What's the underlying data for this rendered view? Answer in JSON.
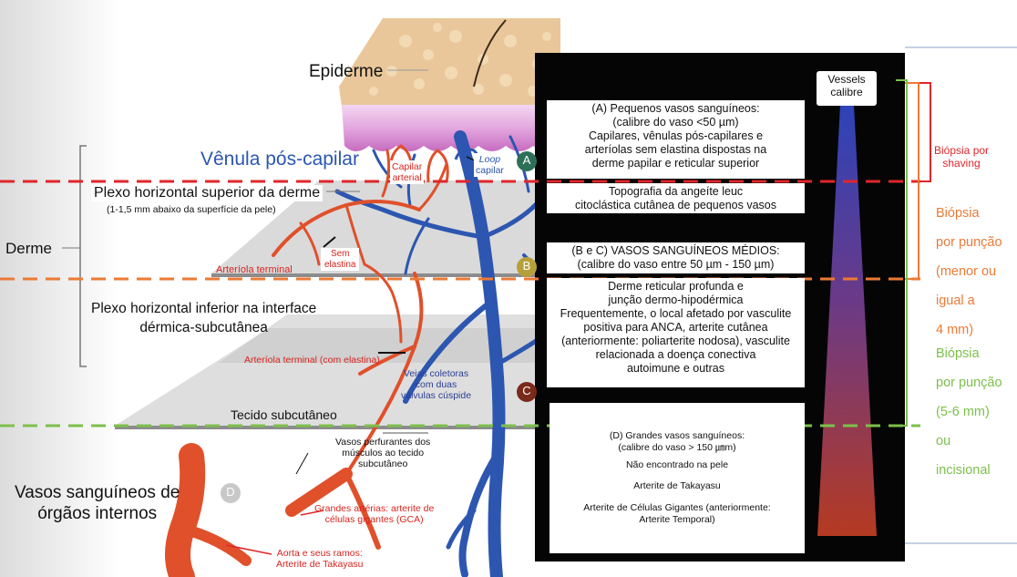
{
  "colors": {
    "shaving": "#e0262a",
    "punch_small": "#ec7a35",
    "punch_large": "#7cc04b",
    "venule_blue": "#2c56b0",
    "artery_red": "#e0502b",
    "panel_black": "#050505"
  },
  "labels": {
    "epiderme": "Epiderme",
    "venula": "Vênula pós-capilar",
    "capilar_arterial": [
      "Capilar",
      "arterial"
    ],
    "loop": "Loop",
    "capilar": "capilar",
    "plexo_superior": "Plexo horizontal superior da derme",
    "plexo_superior_sub": "(1-1,5 mm abaixo da superfície da pele)",
    "derme": "Derme",
    "sem_elastina": [
      "Sem",
      "elastina"
    ],
    "arteriola_terminal": "Arteríola terminal",
    "plexo_inferior": [
      "Plexo horizontal inferior na interface",
      "dérmica-subcutânea"
    ],
    "arteriola_terminal_elastina": "Arteríola terminal (com elastina)",
    "veias_coletoras": [
      "Veias coletoras",
      "com duas",
      "válvulas cúspide"
    ],
    "tecido_subcutaneo": "Tecido subcutâneo",
    "vasos_perfurantes": [
      "Vasos perfurantes dos",
      "músculos ao tecido",
      "subcutâneo"
    ],
    "vasos_orgaos": [
      "Vasos sanguíneos de",
      "órgãos internos"
    ],
    "grandes_arterias": [
      "Grandes artérias: arterite de",
      "células gigantes (GCA)"
    ],
    "aorta": [
      "Aorta e seus ramos:",
      "Arterite de Takayasu"
    ],
    "marker_a": "A",
    "marker_b": "B",
    "marker_c": "C",
    "marker_d": "D"
  },
  "panel": {
    "vessels_calibre": [
      "Vessels",
      "calibre"
    ],
    "box_a": [
      "(A) Pequenos vasos sanguíneos:",
      "(calibre do vaso <50 µm)",
      "Capilares, vênulas pós-capilares e",
      "arteríolas sem elastina dispostas na",
      "derme papilar e reticular superior"
    ],
    "box_a2": [
      "Topografia da angeíte leuc",
      "citoclástica cutânea de pequenos vasos"
    ],
    "box_bc": [
      "(B e C) VASOS SANGUÍNEOS MÉDIOS:",
      "(calibre do vaso entre 50 µm - 150 µm)"
    ],
    "box_bc2": [
      "Derme reticular profunda e",
      "junção dermo-hipodérmica",
      "Frequentemente, o local afetado por vasculite",
      "positiva para ANCA, arterite cutânea",
      "(anteriormente: poliarterite nodosa), vasculite",
      "relacionada a doença conectiva",
      "autoimune e outras"
    ],
    "box_d": [
      "(D) Grandes vasos sanguíneos:",
      "(calibre do vaso > 150 ㎛m)",
      "Não encontrado na pele",
      "Arterite de Takayasu",
      "Arterite de Células Gigantes (anteriormente:",
      "Arterite Temporal)"
    ]
  },
  "biopsy": {
    "shaving": [
      "Biópsia por",
      "shaving"
    ],
    "punch_small": [
      "Biópsia",
      "por punção",
      "(menor ou",
      "igual a",
      "4 mm)"
    ],
    "punch_large": [
      "Biópsia",
      "por punção",
      "(5-6 mm)",
      "ou",
      "incisional"
    ]
  }
}
